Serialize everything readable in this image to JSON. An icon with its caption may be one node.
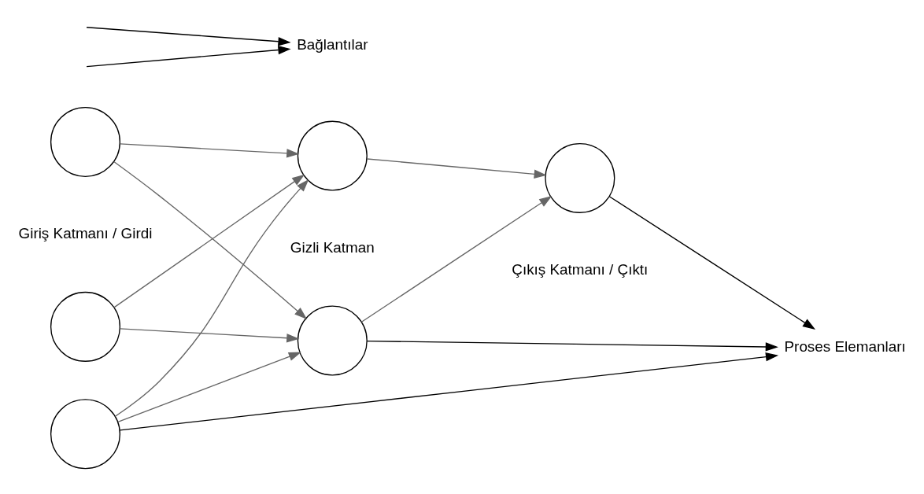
{
  "diagram": {
    "nodes": [
      {
        "text": [],
        "shape": "circle"
      },
      {
        "text": [],
        "shape": "circle"
      },
      {
        "text": [],
        "shape": "circle"
      },
      {
        "text": [],
        "shape": "circle"
      },
      {
        "text": [],
        "shape": "circle"
      },
      {
        "text": [],
        "shape": "circle"
      },
      {
        "text": [
          "Proses Elemanları"
        ]
      },
      {
        "text": [
          "Bağlantılar"
        ]
      }
    ],
    "edges": [
      {
        "from": 0,
        "to": 6,
        "arrow": "to",
        "color": "#000000"
      },
      {
        "from": 0,
        "to": 3,
        "arrow": "to"
      },
      {
        "from": 0,
        "to": 4,
        "arrow": "to"
      },
      {
        "from": 1,
        "to": 3,
        "arrow": "to"
      },
      {
        "from": 1,
        "to": 4,
        "arrow": "to"
      },
      {
        "from": 2,
        "to": 3,
        "arrow": "to"
      },
      {
        "from": 2,
        "to": 4,
        "arrow": "to"
      },
      {
        "from": 3,
        "to": 5,
        "arrow": "to"
      },
      {
        "from": 4,
        "to": 5,
        "arrow": "to"
      },
      {
        "from": 3,
        "to": 6,
        "arrow": "to",
        "color": "#000000"
      },
      {
        "from": 5,
        "to": 6,
        "arrow": "to",
        "color": "#000000"
      },
      {
        "from": null,
        "to": 7,
        "arrow": "to",
        "color": "#000000"
      },
      {
        "from": null,
        "to": 7,
        "arrow": "to",
        "color": "#000000"
      }
    ],
    "labels": [
      "Giriş Katmanı / Girdi",
      "Gizli Katman",
      "Çıkış Katmanı / Çıktı"
    ]
  }
}
